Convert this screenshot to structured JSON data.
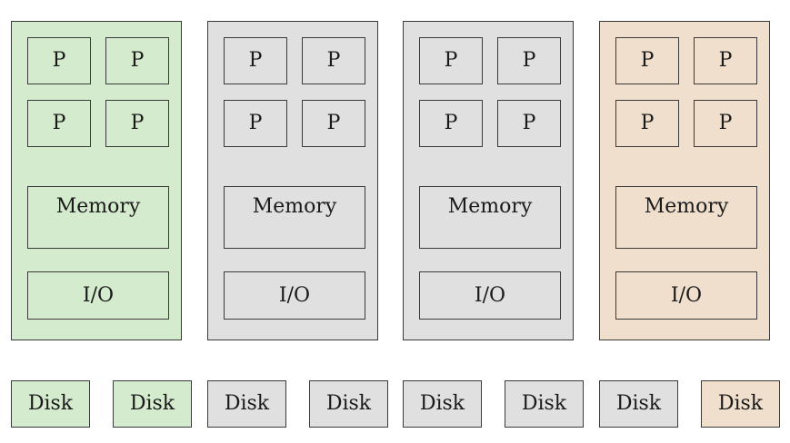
{
  "colors": {
    "green": "#d4ebce",
    "gray": "#e0e0e0",
    "tan": "#f0dfcc",
    "border": "#3a3a3a"
  },
  "nodes": [
    {
      "color": "green",
      "processors": [
        "P",
        "P",
        "P",
        "P"
      ],
      "memory": "Memory",
      "io": "I/O"
    },
    {
      "color": "gray",
      "processors": [
        "P",
        "P",
        "P",
        "P"
      ],
      "memory": "Memory",
      "io": "I/O"
    },
    {
      "color": "gray",
      "processors": [
        "P",
        "P",
        "P",
        "P"
      ],
      "memory": "Memory",
      "io": "I/O"
    },
    {
      "color": "tan",
      "processors": [
        "P",
        "P",
        "P",
        "P"
      ],
      "memory": "Memory",
      "io": "I/O"
    }
  ],
  "disks": [
    {
      "label": "Disk",
      "color": "green"
    },
    {
      "label": "Disk",
      "color": "green"
    },
    {
      "label": "Disk",
      "color": "gray"
    },
    {
      "label": "Disk",
      "color": "gray"
    },
    {
      "label": "Disk",
      "color": "gray"
    },
    {
      "label": "Disk",
      "color": "gray"
    },
    {
      "label": "Disk",
      "color": "gray"
    },
    {
      "label": "Disk",
      "color": "tan"
    }
  ]
}
